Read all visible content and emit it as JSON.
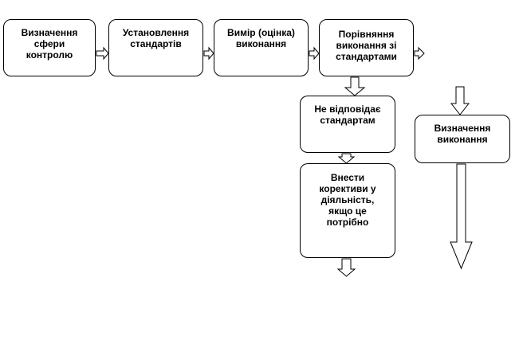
{
  "diagram": {
    "nodes": [
      {
        "id": "n1",
        "label": "Визначення\nсфери\nконтролю"
      },
      {
        "id": "n2",
        "label": "Установлення\nстандартів"
      },
      {
        "id": "n3",
        "label": "Вимір (оцінка)\nвиконання"
      },
      {
        "id": "n4",
        "label": "Порівняння\nвиконання  зі\nстандартами"
      },
      {
        "id": "n5",
        "label": "Не відповідає\nстандартам"
      },
      {
        "id": "n6",
        "label": "Визначення\nвиконання"
      },
      {
        "id": "n7",
        "label": "Внести\nкорективи  у\nдіяльність,\nякщо це\nпотрібно"
      }
    ],
    "edges": [
      {
        "from": "n1",
        "to": "n2"
      },
      {
        "from": "n2",
        "to": "n3"
      },
      {
        "from": "n3",
        "to": "n4"
      },
      {
        "from": "n4",
        "to": "n5"
      },
      {
        "from": "n5",
        "to": "n7"
      }
    ]
  }
}
